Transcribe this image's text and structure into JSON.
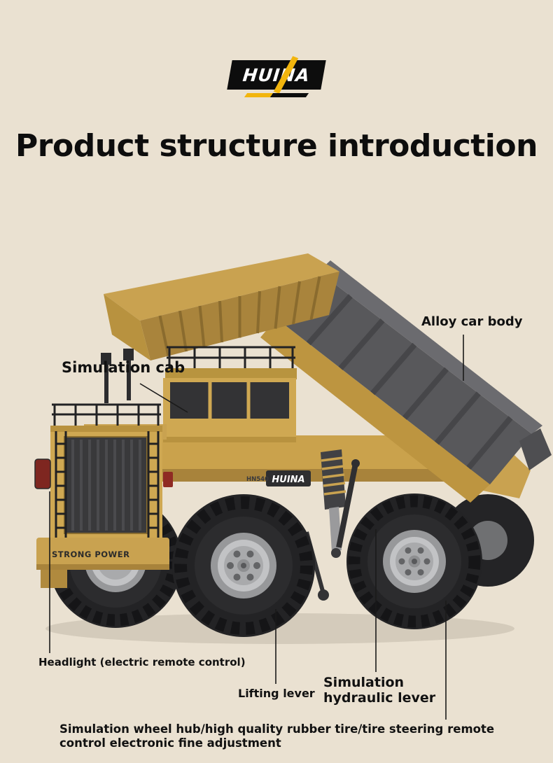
{
  "background": "#eae1d1",
  "logo": {
    "brand": "HUINA"
  },
  "title": "Product structure introduction",
  "annotations": {
    "alloy_car_body": "Alloy car body",
    "simulation_cab": "Simulation cab",
    "headlight": "Headlight (electric remote control)",
    "lifting_lever": "Lifting lever",
    "hydraulic_lever": "Simulation hydraulic lever",
    "wheel_note": "Simulation wheel hub/high quality rubber tire/tire steering remote control electronic fine adjustment"
  },
  "product": {
    "decals": {
      "brand": "HUINA",
      "model": "HN540",
      "bumper": "STRONG POWER"
    }
  },
  "colors": {
    "body_yellow": "#cfa852",
    "bed_gray": "#58585b",
    "logo_yellow": "#f2b50d",
    "line_black": "#1a1a1a"
  }
}
